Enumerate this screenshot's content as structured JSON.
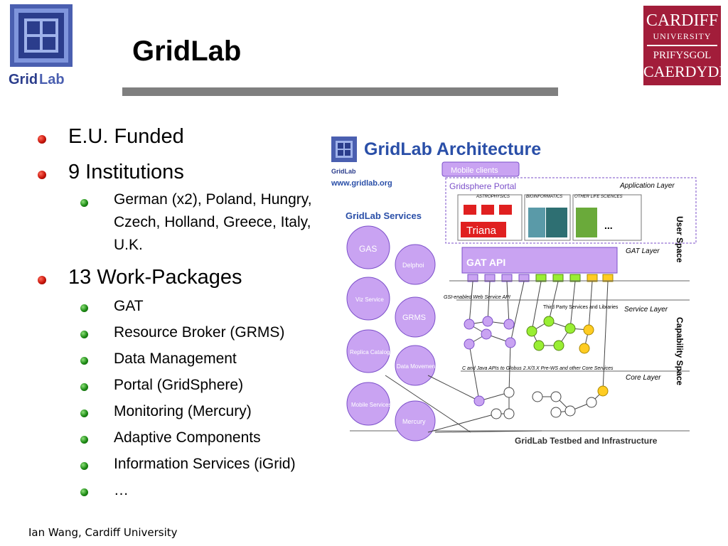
{
  "slide": {
    "title": "GridLab",
    "footer": "Ian Wang, Cardiff University"
  },
  "logos": {
    "gridlab_left": {
      "icon": "gridlab-logo",
      "text_part1": "Grid",
      "text_part2": "Lab"
    },
    "cardiff": {
      "line1": "CARDIFF",
      "line2": "UNIVERSITY",
      "line3": "PRIFYSGOL",
      "line4": "CAERDYDD",
      "color": "#a21d3a"
    }
  },
  "bullets": {
    "b1": "E.U. Funded",
    "b2": "9 Institutions",
    "b2_sub": "German (x2), Poland, Hungry, Czech, Holland, Greece, Italy, U.K.",
    "b3": "13 Work-Packages",
    "b3_subs": [
      "GAT",
      "Resource Broker (GRMS)",
      "Data Management",
      "Portal (GridSphere)",
      "Monitoring (Mercury)",
      "Adaptive Components",
      "Information Services (iGrid)",
      "…"
    ]
  },
  "diagram": {
    "title": "GridLab Architecture",
    "logo_text": "GridLab",
    "url": "www.gridlab.org",
    "mobile_clients": "Mobile clients",
    "portal": "Gridsphere Portal",
    "application_layer": "Application Layer",
    "app_astro": "ASTROPHYSICS",
    "app_bio": "BIOINFORMATICS",
    "app_other": "OTHER LIFE SCIENCES",
    "triana": "Triana",
    "ellipsis": "...",
    "user_space": "User Space",
    "gat_layer": "GAT Layer",
    "gat_api": "GAT API",
    "services_heading": "GridLab Services",
    "services": [
      "GAS",
      "Delphoi",
      "Viz Service",
      "GRMS",
      "Replica Catalog",
      "Data Movement",
      "Mobile Services",
      "Mercury"
    ],
    "gsi_label": "GSI-enabled Web Service API",
    "third_party": "Third Party Services and Libraries",
    "service_layer": "Service Layer",
    "capability_space": "Capability Space",
    "core_apis": "C and Java APIs to Globus 2.X/3.X Pre-WS and other Core Services",
    "core_layer": "Core Layer",
    "testbed": "GridLab Testbed and Infrastructure",
    "colors": {
      "purple": "#c9a3f2",
      "purple_dark": "#7b4fc9",
      "green": "#99ee33",
      "yellow": "#ffcc22",
      "blue_title": "#2a4fa8"
    }
  }
}
